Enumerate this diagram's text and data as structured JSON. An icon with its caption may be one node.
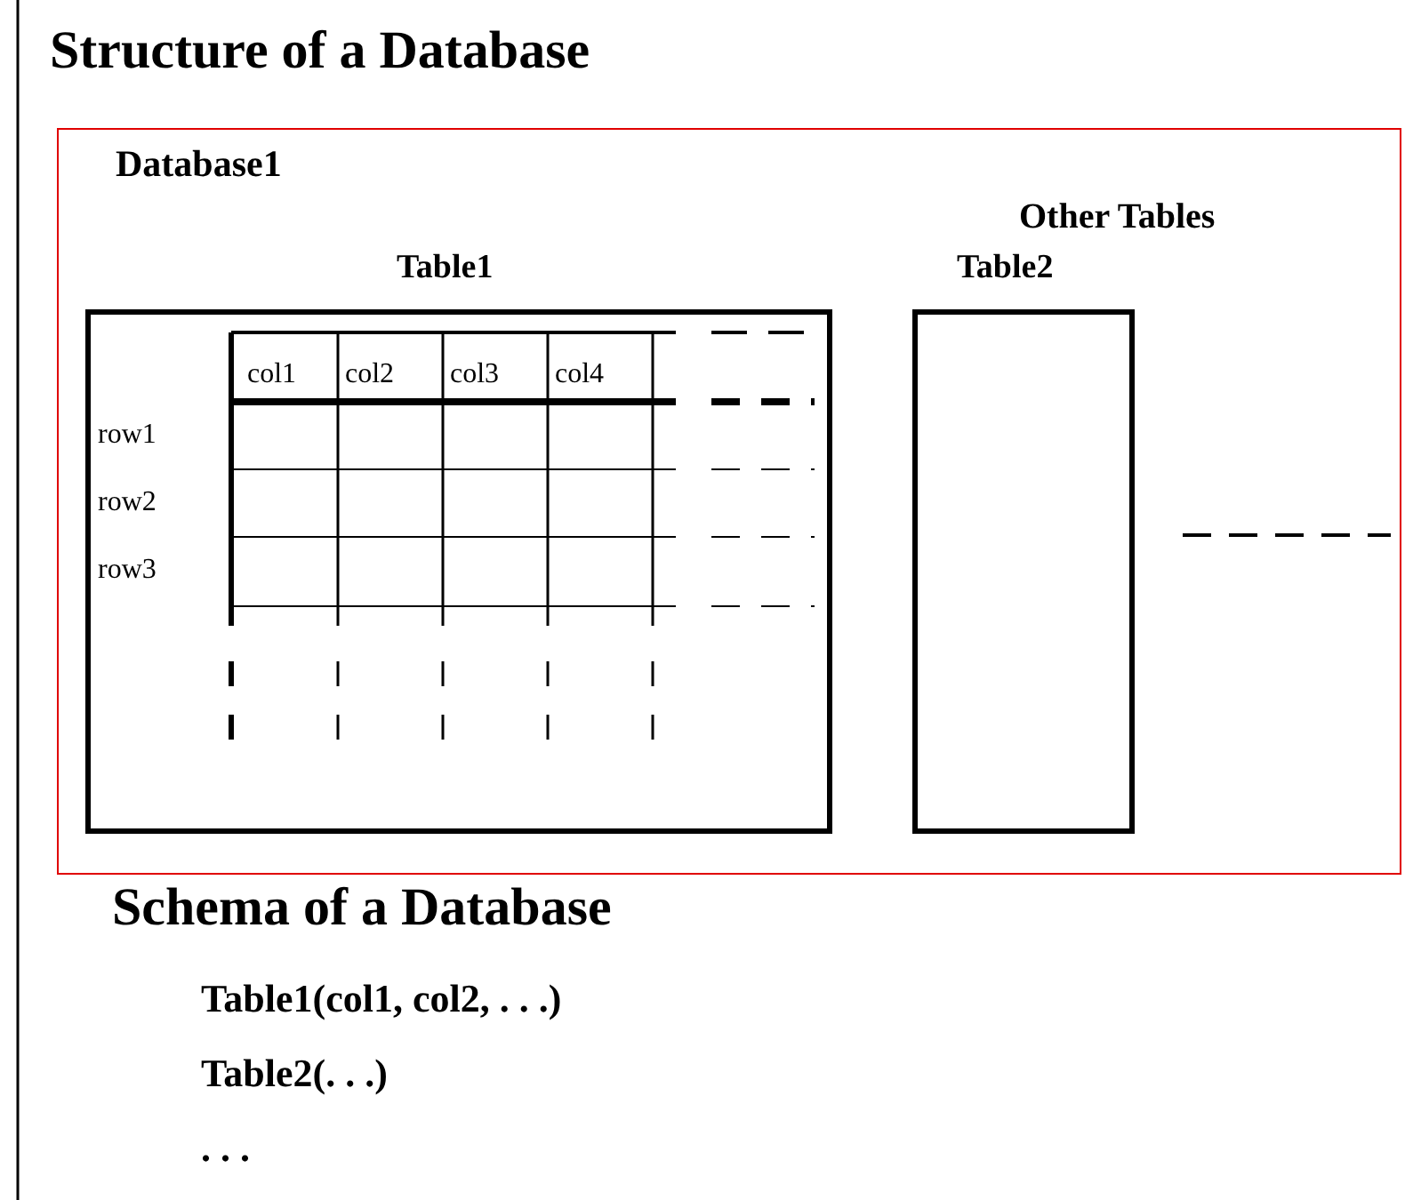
{
  "diagram": {
    "title": "Structure of a Database",
    "nodes": [
      {
        "text": [
          "Database1"
        ]
      },
      {
        "text": [
          "Table1"
        ],
        "in": 0
      },
      {
        "text": [
          "Table2"
        ],
        "in": 0
      }
    ],
    "labels": [
      "Other Tables",
      "col1",
      "col2",
      "col3",
      "col4",
      "row1",
      "row2",
      "row3",
      "Schema of a Database",
      "Table1(col1, col2, . . .)",
      "Table2(. . .)",
      ". . ."
    ]
  }
}
